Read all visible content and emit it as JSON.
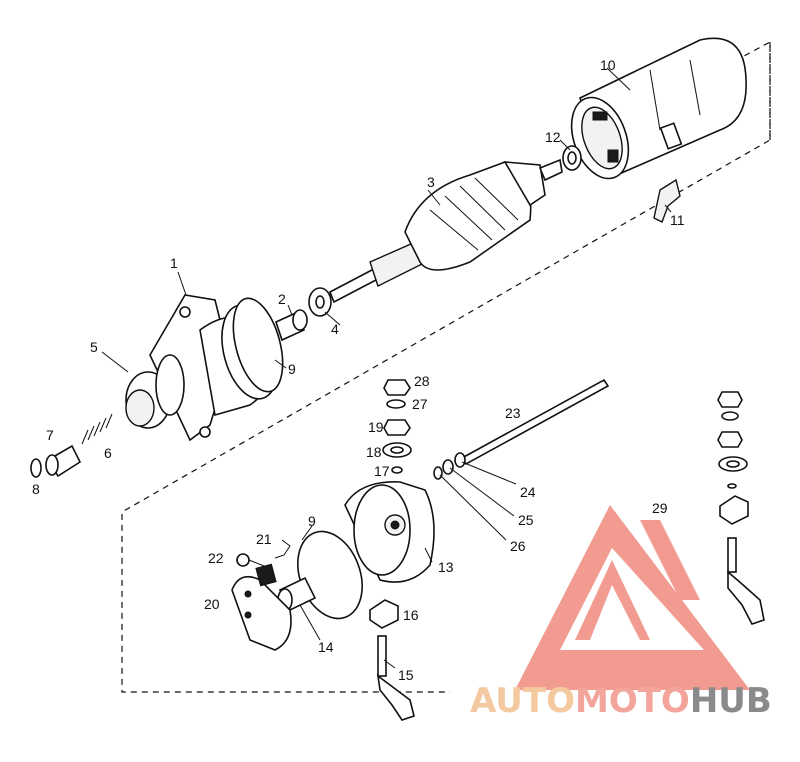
{
  "part_labels": [
    "1",
    "2",
    "3",
    "4",
    "5",
    "6",
    "7",
    "8",
    "9",
    "10",
    "11",
    "12",
    "13",
    "14",
    "15",
    "16",
    "17",
    "18",
    "19",
    "20",
    "21",
    "22",
    "23",
    "24",
    "25",
    "26",
    "27",
    "28",
    "29",
    "9"
  ],
  "watermark": {
    "word1": "AUTO",
    "word2": "MOTO",
    "word3": "HUB",
    "color_auto": "#F4C9A0",
    "color_moto": "#F3A59B",
    "color_hub": "#8A8A8A",
    "logo_color": "#F08A7E"
  }
}
